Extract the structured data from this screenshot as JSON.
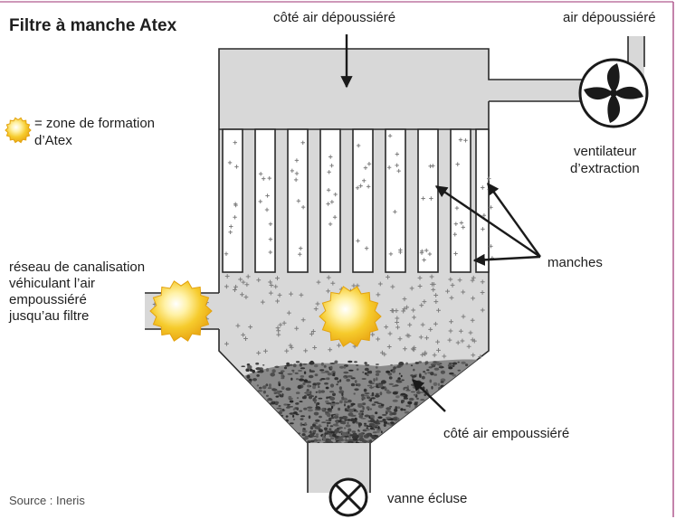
{
  "title": "Filtre à manche Atex",
  "labels": {
    "clean_side": "côté air dépoussiéré",
    "clean_air_out": "air dépoussiéré",
    "fan_line1": "ventilateur",
    "fan_line2": "d’extraction",
    "legend_line1": "= zone de formation",
    "legend_line2": "d’Atex",
    "inlet_line1": "réseau de canalisation",
    "inlet_line2": "véhiculant l’air",
    "inlet_line3": "empoussiéré",
    "inlet_line4": "jusqu’au filtre",
    "bags": "manches",
    "dusty_side": "côté air empoussiéré",
    "valve": "vanne écluse"
  },
  "source": "Source : Ineris",
  "colors": {
    "housing_fill": "#d8d8d8",
    "outline": "#2a2a2a",
    "dust_particles": "#7d7d7d",
    "dust_pile": "#3a3a3a",
    "atex_zone": "#f5c51f",
    "frame": "#b15a8f"
  },
  "icons": {
    "fan": "fan-icon",
    "valve": "valve-icon",
    "atex_zone": "sun-burst-icon"
  }
}
